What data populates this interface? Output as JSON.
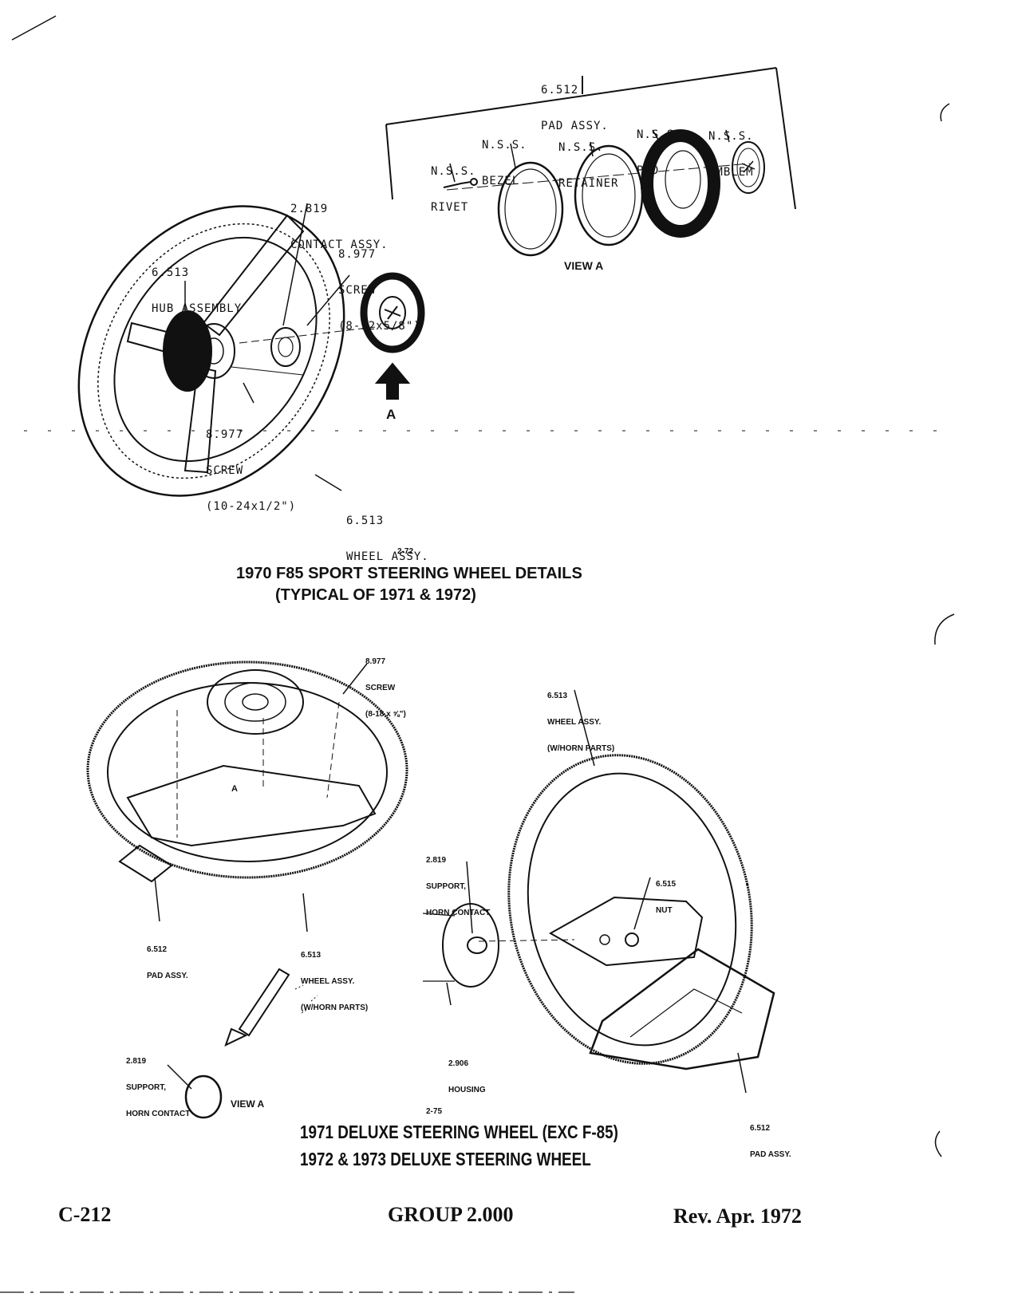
{
  "figure1": {
    "labels": {
      "pad_assy_num": "6.512",
      "pad_assy_name": "PAD ASSY.",
      "bezel_nss": "N.S.S.",
      "bezel_name": "BEZEL",
      "retainer_nss": "N.S.S.",
      "retainer_name": "RETAINER",
      "pad_nss": "N.S.S.",
      "pad_name": "PAD",
      "emblem_nss": "N.S.S.",
      "emblem_name": "EMBLEM",
      "rivet_nss": "N.S.S.",
      "rivet_name": "RIVET",
      "contact_num": "2.819",
      "contact_name": "CONTACT ASSY.",
      "screw1_num": "8.977",
      "screw1_name": "SCREW",
      "screw1_size": "(8-32x5/8\")",
      "hub_num": "6.513",
      "hub_name": "HUB ASSEMBLY",
      "screw2_num": "8.977",
      "screw2_name": "SCREW",
      "screw2_size": "(10-24x1/2\")",
      "wheel_num": "6.513",
      "wheel_name": "WHEEL ASSY.",
      "view_a": "VIEW A",
      "arrow_a": "A"
    },
    "fig_number": "2-72",
    "caption_line1": "1970 F85 SPORT STEERING WHEEL DETAILS",
    "caption_line2": "(TYPICAL OF 1971 & 1972)"
  },
  "figure2": {
    "labels": {
      "screw_num": "8.977",
      "screw_name": "SCREW",
      "screw_size": "(8-18 x ⅝\")",
      "pad_num": "6.512",
      "pad_name": "PAD ASSY.",
      "wheel_num": "6.513",
      "wheel_name": "WHEEL ASSY.",
      "wheel_note": "(W/HORN PARTS)",
      "support_num": "2.819",
      "support_name": "SUPPORT,",
      "support_name2": "HORN CONTACT",
      "view_a": "VIEW A",
      "arrow_a": "A"
    }
  },
  "figure3": {
    "labels": {
      "wheel_num": "6.513",
      "wheel_name": "WHEEL ASSY.",
      "wheel_note": "(W/HORN PARTS)",
      "support_num": "2.819",
      "support_name": "SUPPORT,",
      "support_name2": "HORN CONTACT",
      "nut_num": "6.515",
      "nut_name": "NUT",
      "housing_num": "2.906",
      "housing_name": "HOUSING",
      "pad_num": "6.512",
      "pad_name": "PAD ASSY."
    },
    "fig_number": "2-75",
    "caption_line1": "1971 DELUXE STEERING WHEEL (EXC F-85)",
    "caption_line2": "1972 & 1973 DELUXE STEERING WHEEL"
  },
  "footer": {
    "page_code": "C-212",
    "group": "GROUP 2.000",
    "revision": "Rev. Apr. 1972"
  }
}
